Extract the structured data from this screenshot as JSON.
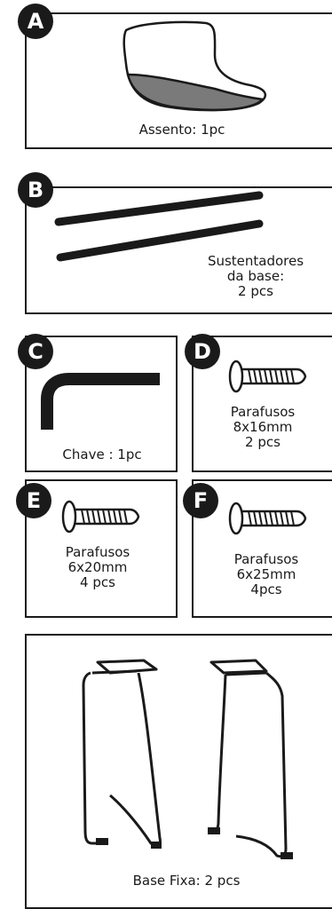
{
  "parts": [
    {
      "letter": "A",
      "lines": [
        "Assento: 1pc"
      ]
    },
    {
      "letter": "B",
      "lines": [
        "Sustentadores",
        "da base:",
        "2 pcs"
      ]
    },
    {
      "letter": "C",
      "lines": [
        "Chave : 1pc"
      ]
    },
    {
      "letter": "D",
      "lines": [
        "Parafusos",
        "8x16mm",
        "2 pcs"
      ]
    },
    {
      "letter": "E",
      "lines": [
        "Parafusos",
        "6x20mm",
        "4 pcs"
      ]
    },
    {
      "letter": "F",
      "lines": [
        "Parafusos",
        "6x25mm",
        "4pcs"
      ]
    },
    {
      "letter": "",
      "lines": [
        "Base Fixa: 2 pcs"
      ]
    }
  ],
  "colors": {
    "ink": "#1a1a1a",
    "background": "#ffffff"
  },
  "icons": [
    "seat-icon",
    "support-rods-icon",
    "allen-key-icon",
    "screw-icon",
    "base-legs-icon"
  ]
}
